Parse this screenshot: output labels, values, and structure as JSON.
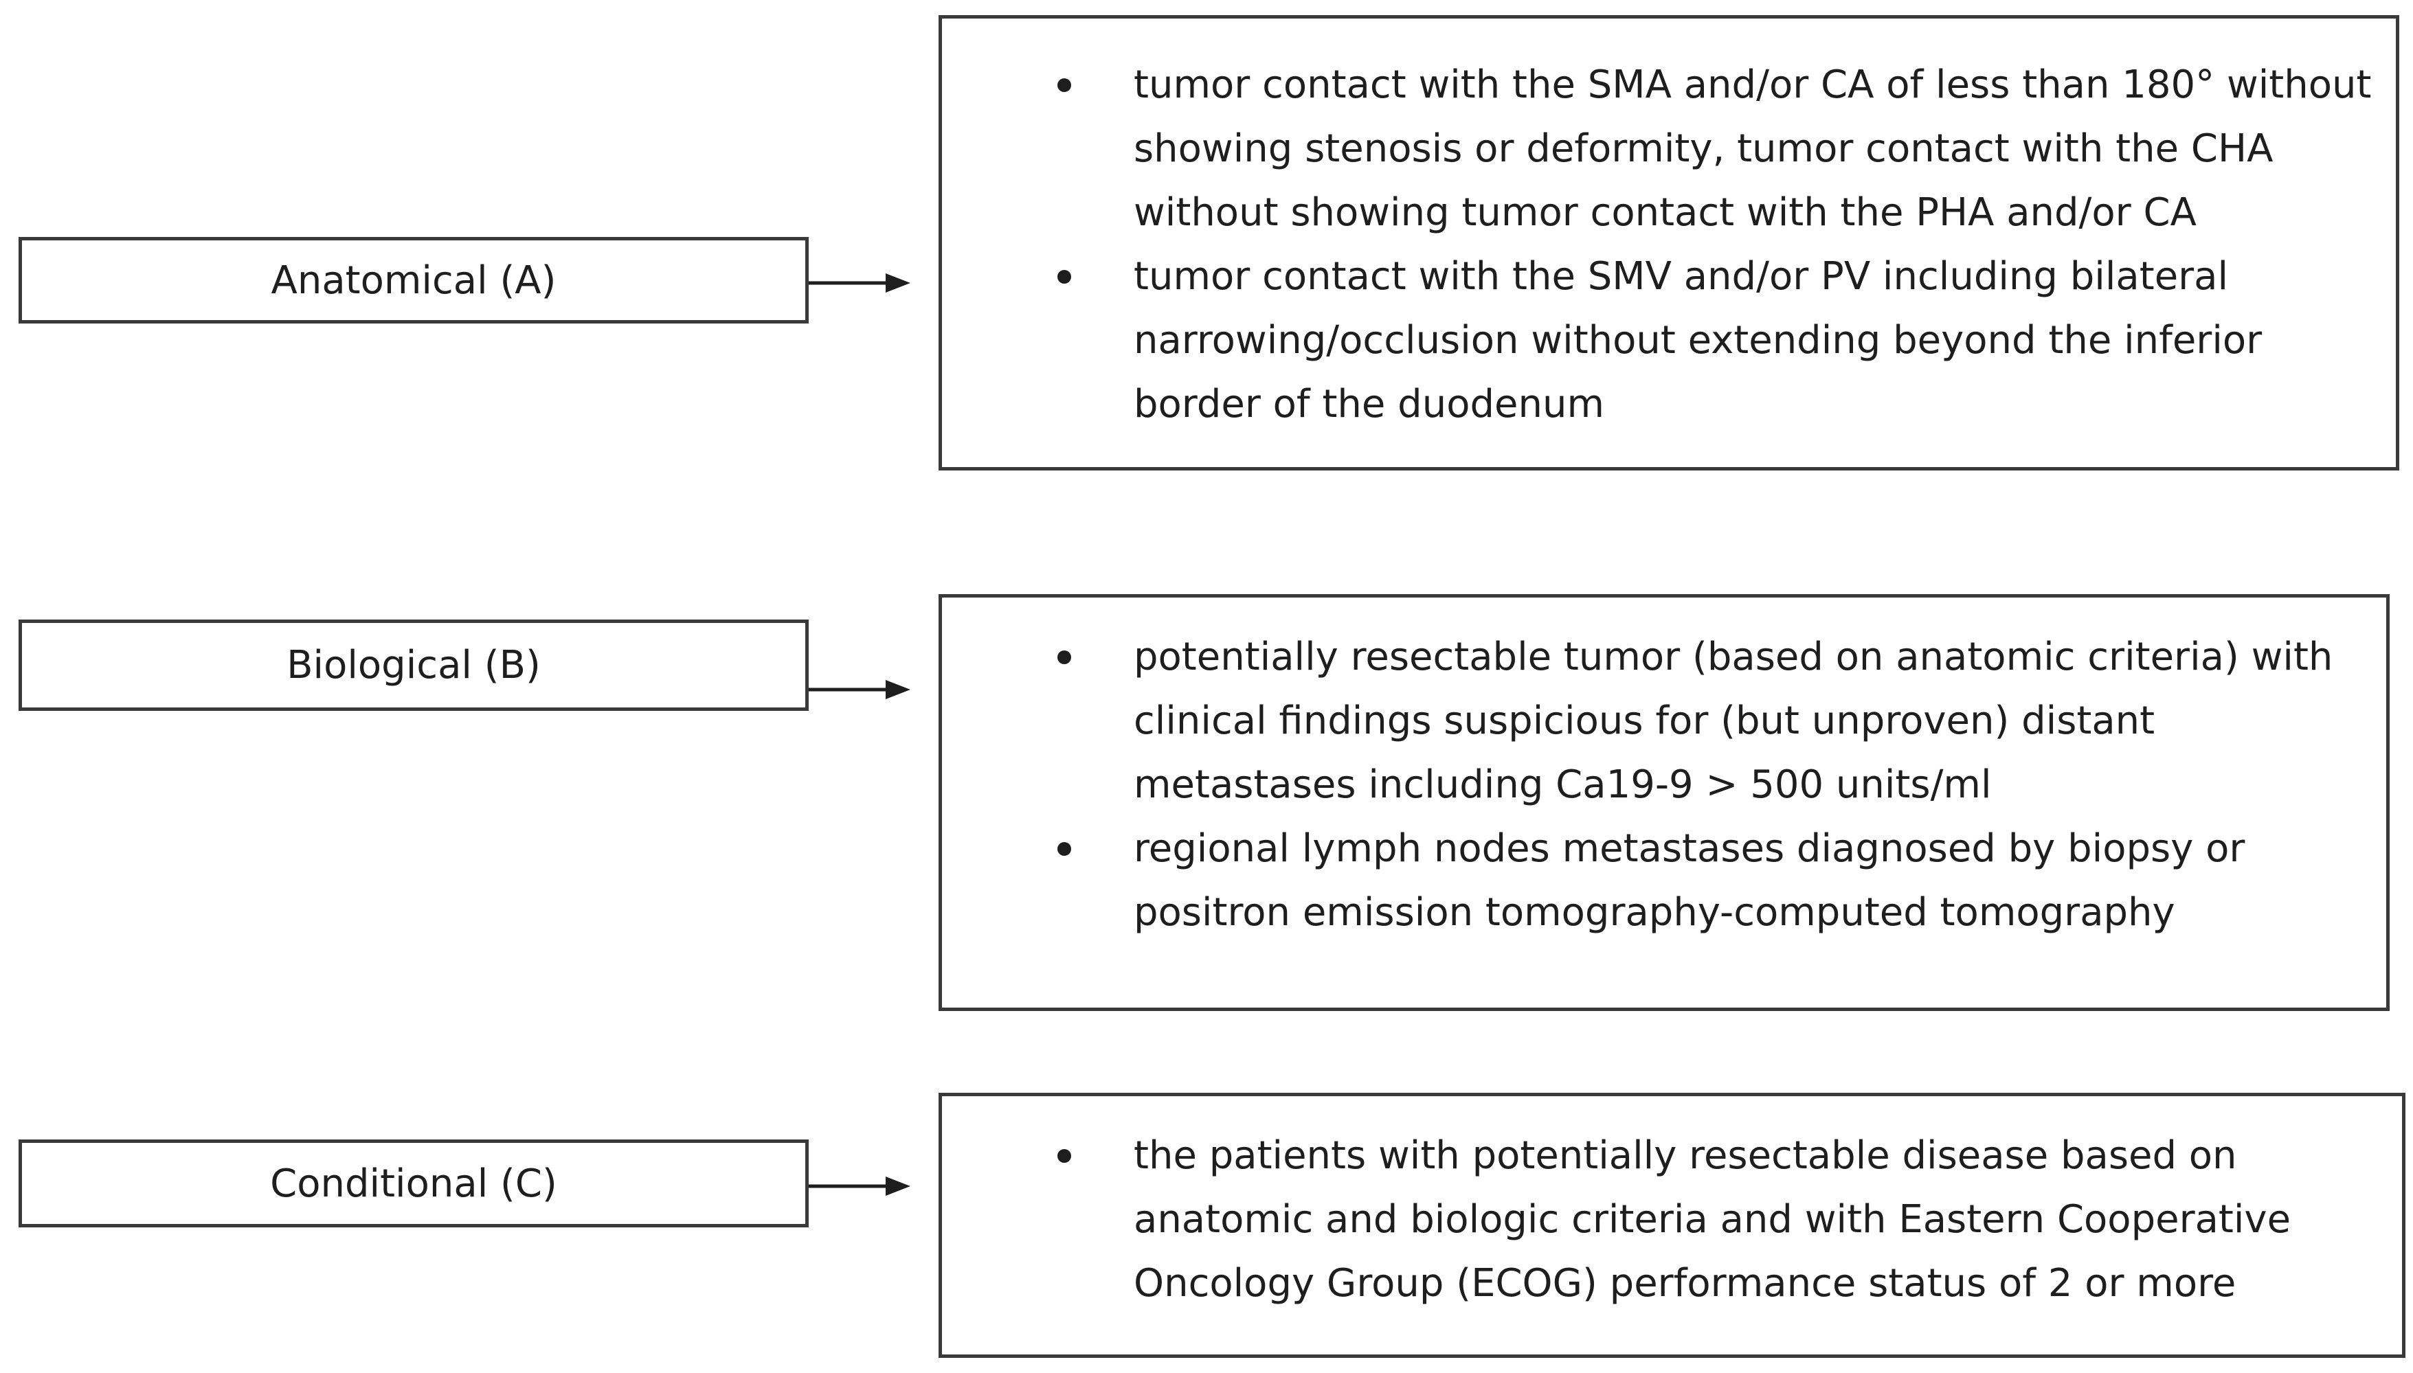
{
  "diagram": {
    "rows": [
      {
        "id": "anatomical",
        "label": "Anatomical (A)",
        "criteria": [
          "tumor contact with the SMA and/or CA of less than 180° without showing stenosis or deformity, tumor contact with the CHA without showing tumor contact with the PHA and/or CA",
          "tumor contact with the SMV and/or PV including bilateral narrowing/occlusion without extending beyond the inferior border of the duodenum"
        ]
      },
      {
        "id": "biological",
        "label": "Biological (B)",
        "criteria": [
          "potentially resectable tumor (based on anatomic criteria) with clinical findings suspicious for (but unproven) distant metastases including Ca19-9 > 500 units/ml",
          "regional lymph nodes metastases diagnosed by biopsy or positron emission tomography-computed tomography"
        ]
      },
      {
        "id": "conditional",
        "label": "Conditional (C)",
        "criteria": [
          "the patients with potentially resectable disease based on anatomic and biologic criteria and with Eastern Cooperative Oncology Group (ECOG) performance status of 2 or more"
        ]
      }
    ]
  }
}
